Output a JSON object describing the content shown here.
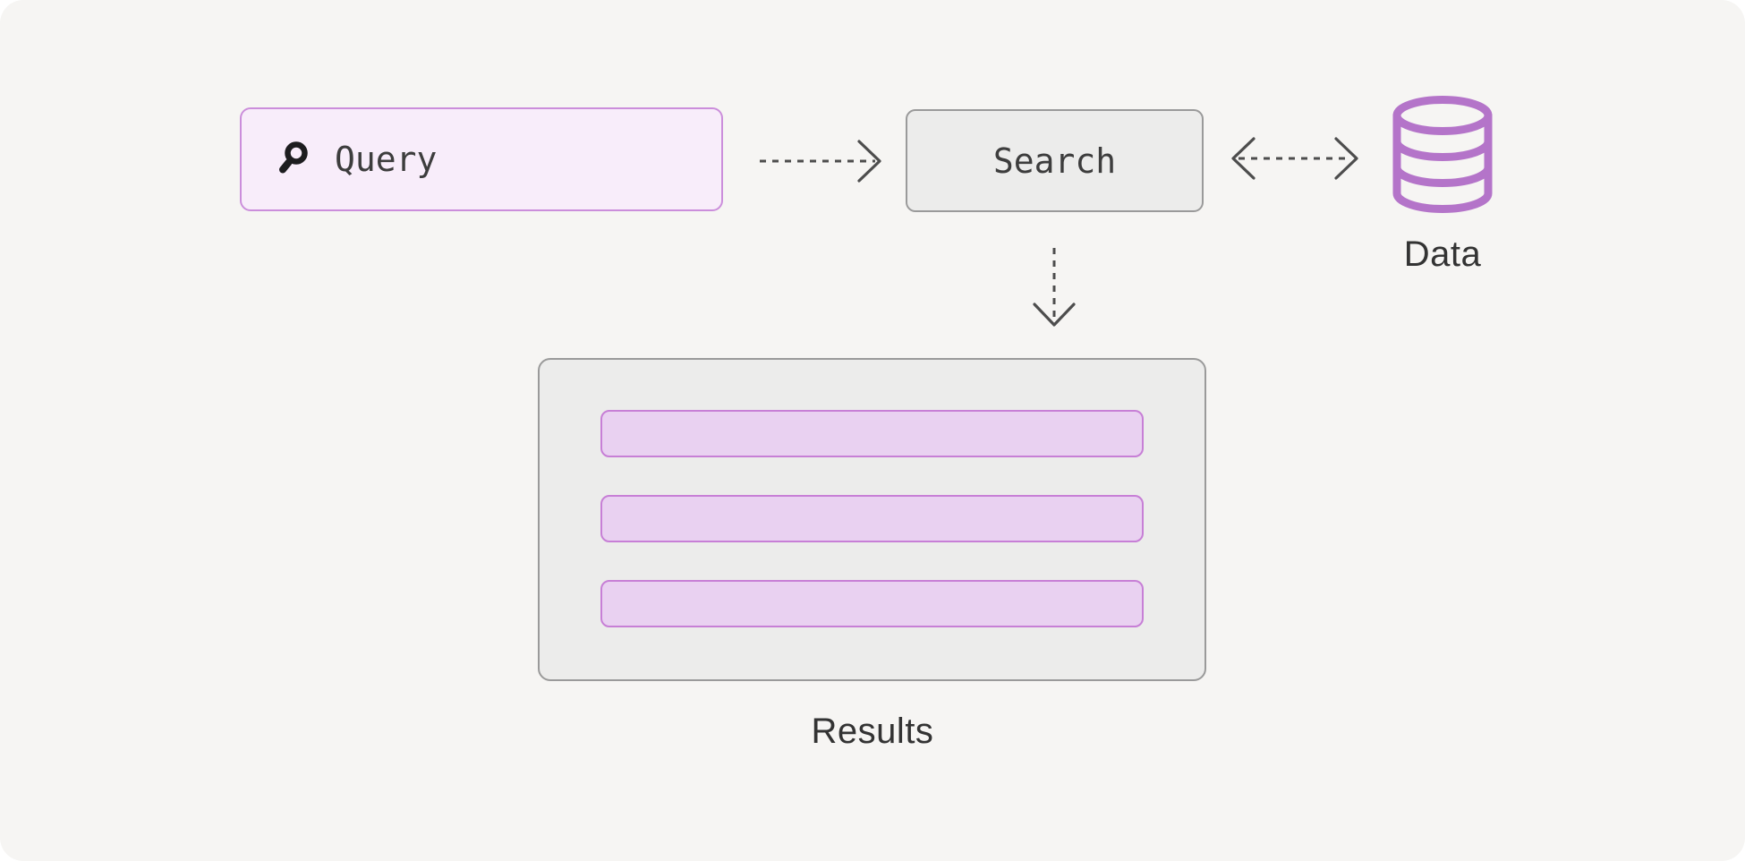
{
  "diagram": {
    "title": "search flow diagram",
    "nodes": {
      "query": {
        "label": "Query",
        "icon": "search-icon",
        "role": "input"
      },
      "search": {
        "label": "Search",
        "role": "process"
      },
      "data": {
        "label": "Data",
        "icon": "database-icon",
        "role": "datastore"
      },
      "results": {
        "label": "Results",
        "role": "output",
        "row_count": 3
      }
    },
    "edges": [
      {
        "from": "query",
        "to": "search",
        "style": "dashed",
        "direction": "right"
      },
      {
        "from": "search",
        "to": "data",
        "style": "dashed",
        "direction": "both"
      },
      {
        "from": "search",
        "to": "results",
        "style": "dashed",
        "direction": "down"
      }
    ]
  },
  "colors": {
    "canvas-bg": "#f6f5f3",
    "page-bg": "#ffffff",
    "purple-accent": "#b474c9",
    "purple-border": "#c77fd6",
    "purple-row-fill": "#e9d1f1",
    "query-fill": "#f8edfa",
    "query-border": "#cb8edb",
    "gray-fill": "#ececeb",
    "gray-border": "#9a9a9a",
    "arrow-color": "#4d4d4d",
    "text-dark": "#3d3d3d",
    "label-color": "#333333",
    "icon-dark": "#1d1d1f"
  }
}
